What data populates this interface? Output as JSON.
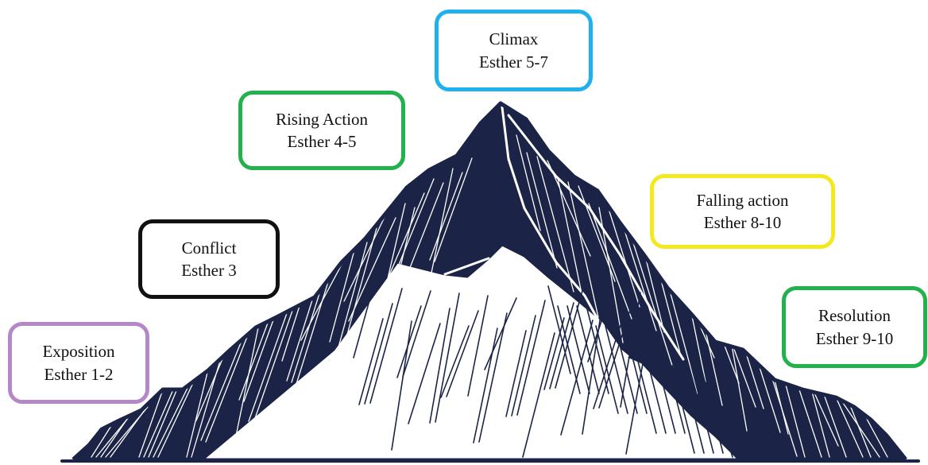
{
  "stages": [
    {
      "id": "exposition",
      "title": "Exposition",
      "chapters": "Esther 1-2",
      "border_color": "#b487c7"
    },
    {
      "id": "conflict",
      "title": "Conflict",
      "chapters": "Esther 3",
      "border_color": "#111111"
    },
    {
      "id": "rising",
      "title": "Rising Action",
      "chapters": "Esther 4-5",
      "border_color": "#22b14c"
    },
    {
      "id": "climax",
      "title": "Climax",
      "chapters": "Esther 5-7",
      "border_color": "#1fb1ee"
    },
    {
      "id": "falling",
      "title": "Falling action",
      "chapters": "Esther 8-10",
      "border_color": "#f2ea1f"
    },
    {
      "id": "resolution",
      "title": "Resolution",
      "chapters": "Esther 9-10",
      "border_color": "#22b14c"
    }
  ],
  "illustration": {
    "name": "mountain-illustration",
    "ink_color": "#1b2447",
    "paper_color": "#ffffff"
  }
}
